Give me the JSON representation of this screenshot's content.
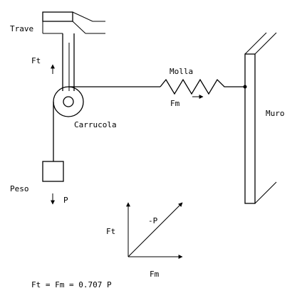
{
  "labels": {
    "trave": "Trave",
    "ft": "Ft",
    "molla": "Molla",
    "fm": "Fm",
    "carrucola": "Carrucola",
    "muro": "Muro",
    "peso": "Peso",
    "p": "P",
    "vec_ft": "Ft",
    "vec_minus_p": "-P",
    "vec_fm": "Fm",
    "equation": "Ft = Fm = 0.707 P"
  }
}
